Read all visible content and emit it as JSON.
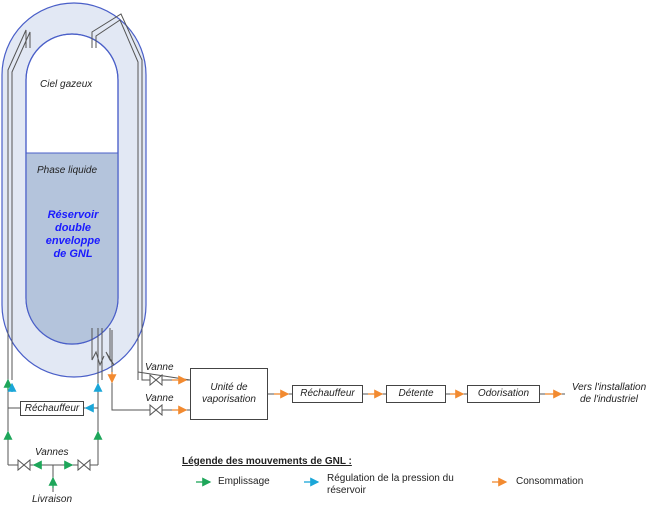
{
  "tank": {
    "gas_label": "Ciel gazeux",
    "liquid_label": "Phase liquide",
    "title_lines": [
      "Réservoir",
      "double",
      "enveloppe",
      "de GNL"
    ]
  },
  "left_circuit": {
    "heater_label": "Réchauffeur",
    "valves_label": "Vannes",
    "delivery_label": "Livraison"
  },
  "outlet": {
    "valve_top_label": "Vanne",
    "valve_bottom_label": "Vanne"
  },
  "process": {
    "vaporisation_lines": [
      "Unité de",
      "vaporisation"
    ],
    "heater": "Réchauffeur",
    "expansion": "Détente",
    "odorisation": "Odorisation",
    "destination_lines": [
      "Vers l'installation",
      "de l'industriel"
    ]
  },
  "legend": {
    "title": "Légende des mouvements de GNL :",
    "items": [
      {
        "label_lines": [
          "Emplissage"
        ],
        "color": "#1ea65a"
      },
      {
        "label_lines": [
          "Régulation de la pression du",
          "réservoir"
        ],
        "color": "#1aa6d8"
      },
      {
        "label_lines": [
          "Consommation"
        ],
        "color": "#f28a30"
      }
    ]
  },
  "colors": {
    "green": "#1ea65a",
    "blue": "#1aa6d8",
    "orange": "#f28a30",
    "liquid": "#b4c4dc",
    "outer_shell": "#e2e8f4",
    "shell_stroke": "#4a5fc8"
  }
}
